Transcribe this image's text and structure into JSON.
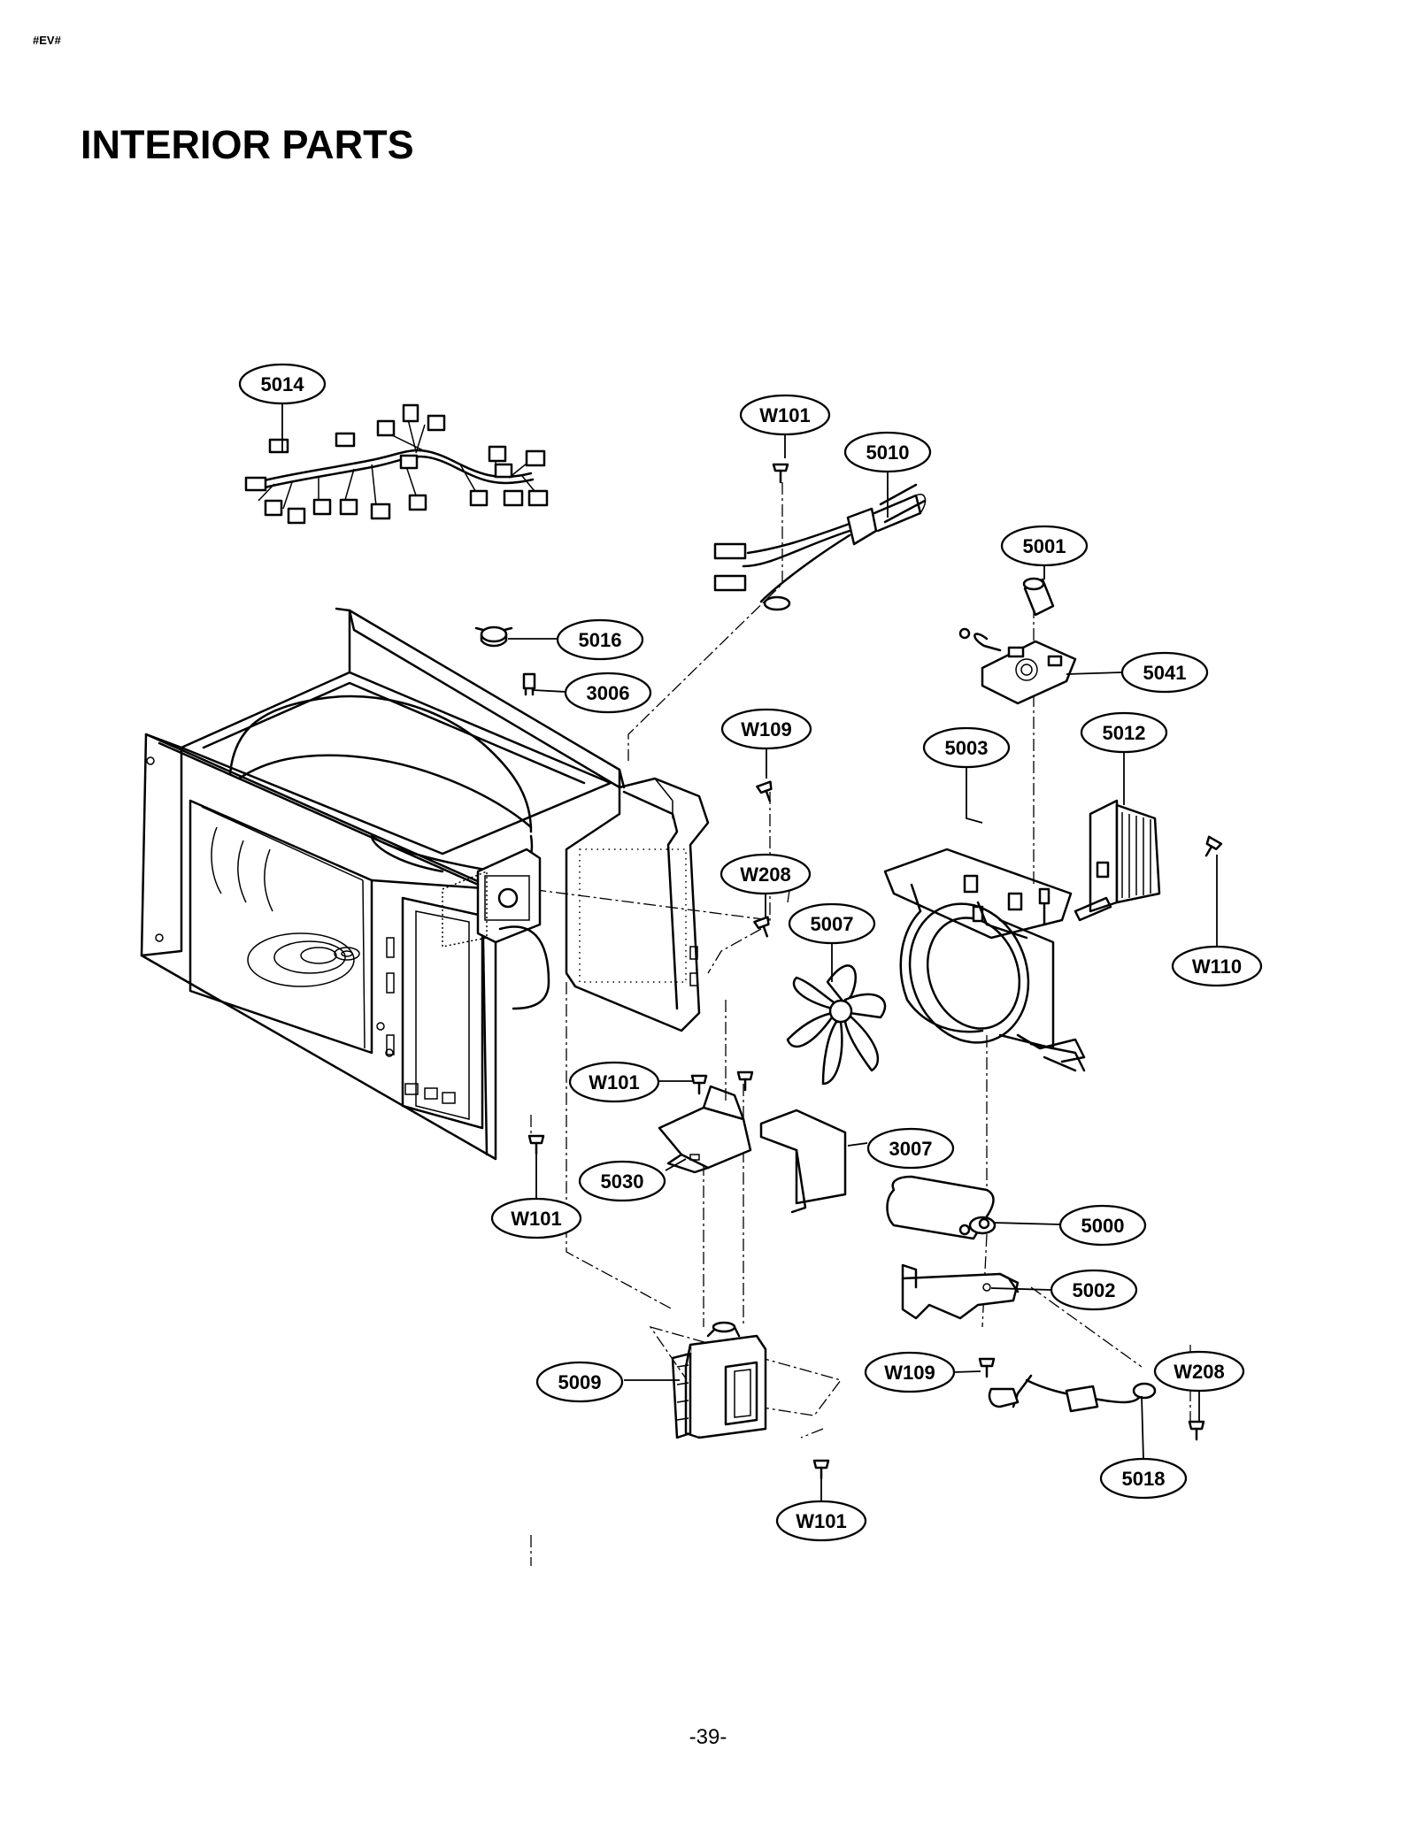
{
  "page": {
    "code": "#EV#",
    "title": "INTERIOR PARTS",
    "page_number": "-39-"
  },
  "diagram": {
    "labels": [
      {
        "id": "5014",
        "text": "5014"
      },
      {
        "id": "W101a",
        "text": "W101"
      },
      {
        "id": "5010",
        "text": "5010"
      },
      {
        "id": "5001",
        "text": "5001"
      },
      {
        "id": "5016",
        "text": "5016"
      },
      {
        "id": "5041",
        "text": "5041"
      },
      {
        "id": "3006",
        "text": "3006"
      },
      {
        "id": "W109a",
        "text": "W109"
      },
      {
        "id": "5003",
        "text": "5003"
      },
      {
        "id": "5012",
        "text": "5012"
      },
      {
        "id": "W208a",
        "text": "W208"
      },
      {
        "id": "5007",
        "text": "5007"
      },
      {
        "id": "W110",
        "text": "W110"
      },
      {
        "id": "W101b",
        "text": "W101"
      },
      {
        "id": "3007",
        "text": "3007"
      },
      {
        "id": "5030",
        "text": "5030"
      },
      {
        "id": "W101c",
        "text": "W101"
      },
      {
        "id": "5000",
        "text": "5000"
      },
      {
        "id": "5002",
        "text": "5002"
      },
      {
        "id": "W109b",
        "text": "W109"
      },
      {
        "id": "W208b",
        "text": "W208"
      },
      {
        "id": "5009",
        "text": "5009"
      },
      {
        "id": "5018",
        "text": "5018"
      },
      {
        "id": "W101d",
        "text": "W101"
      }
    ]
  }
}
